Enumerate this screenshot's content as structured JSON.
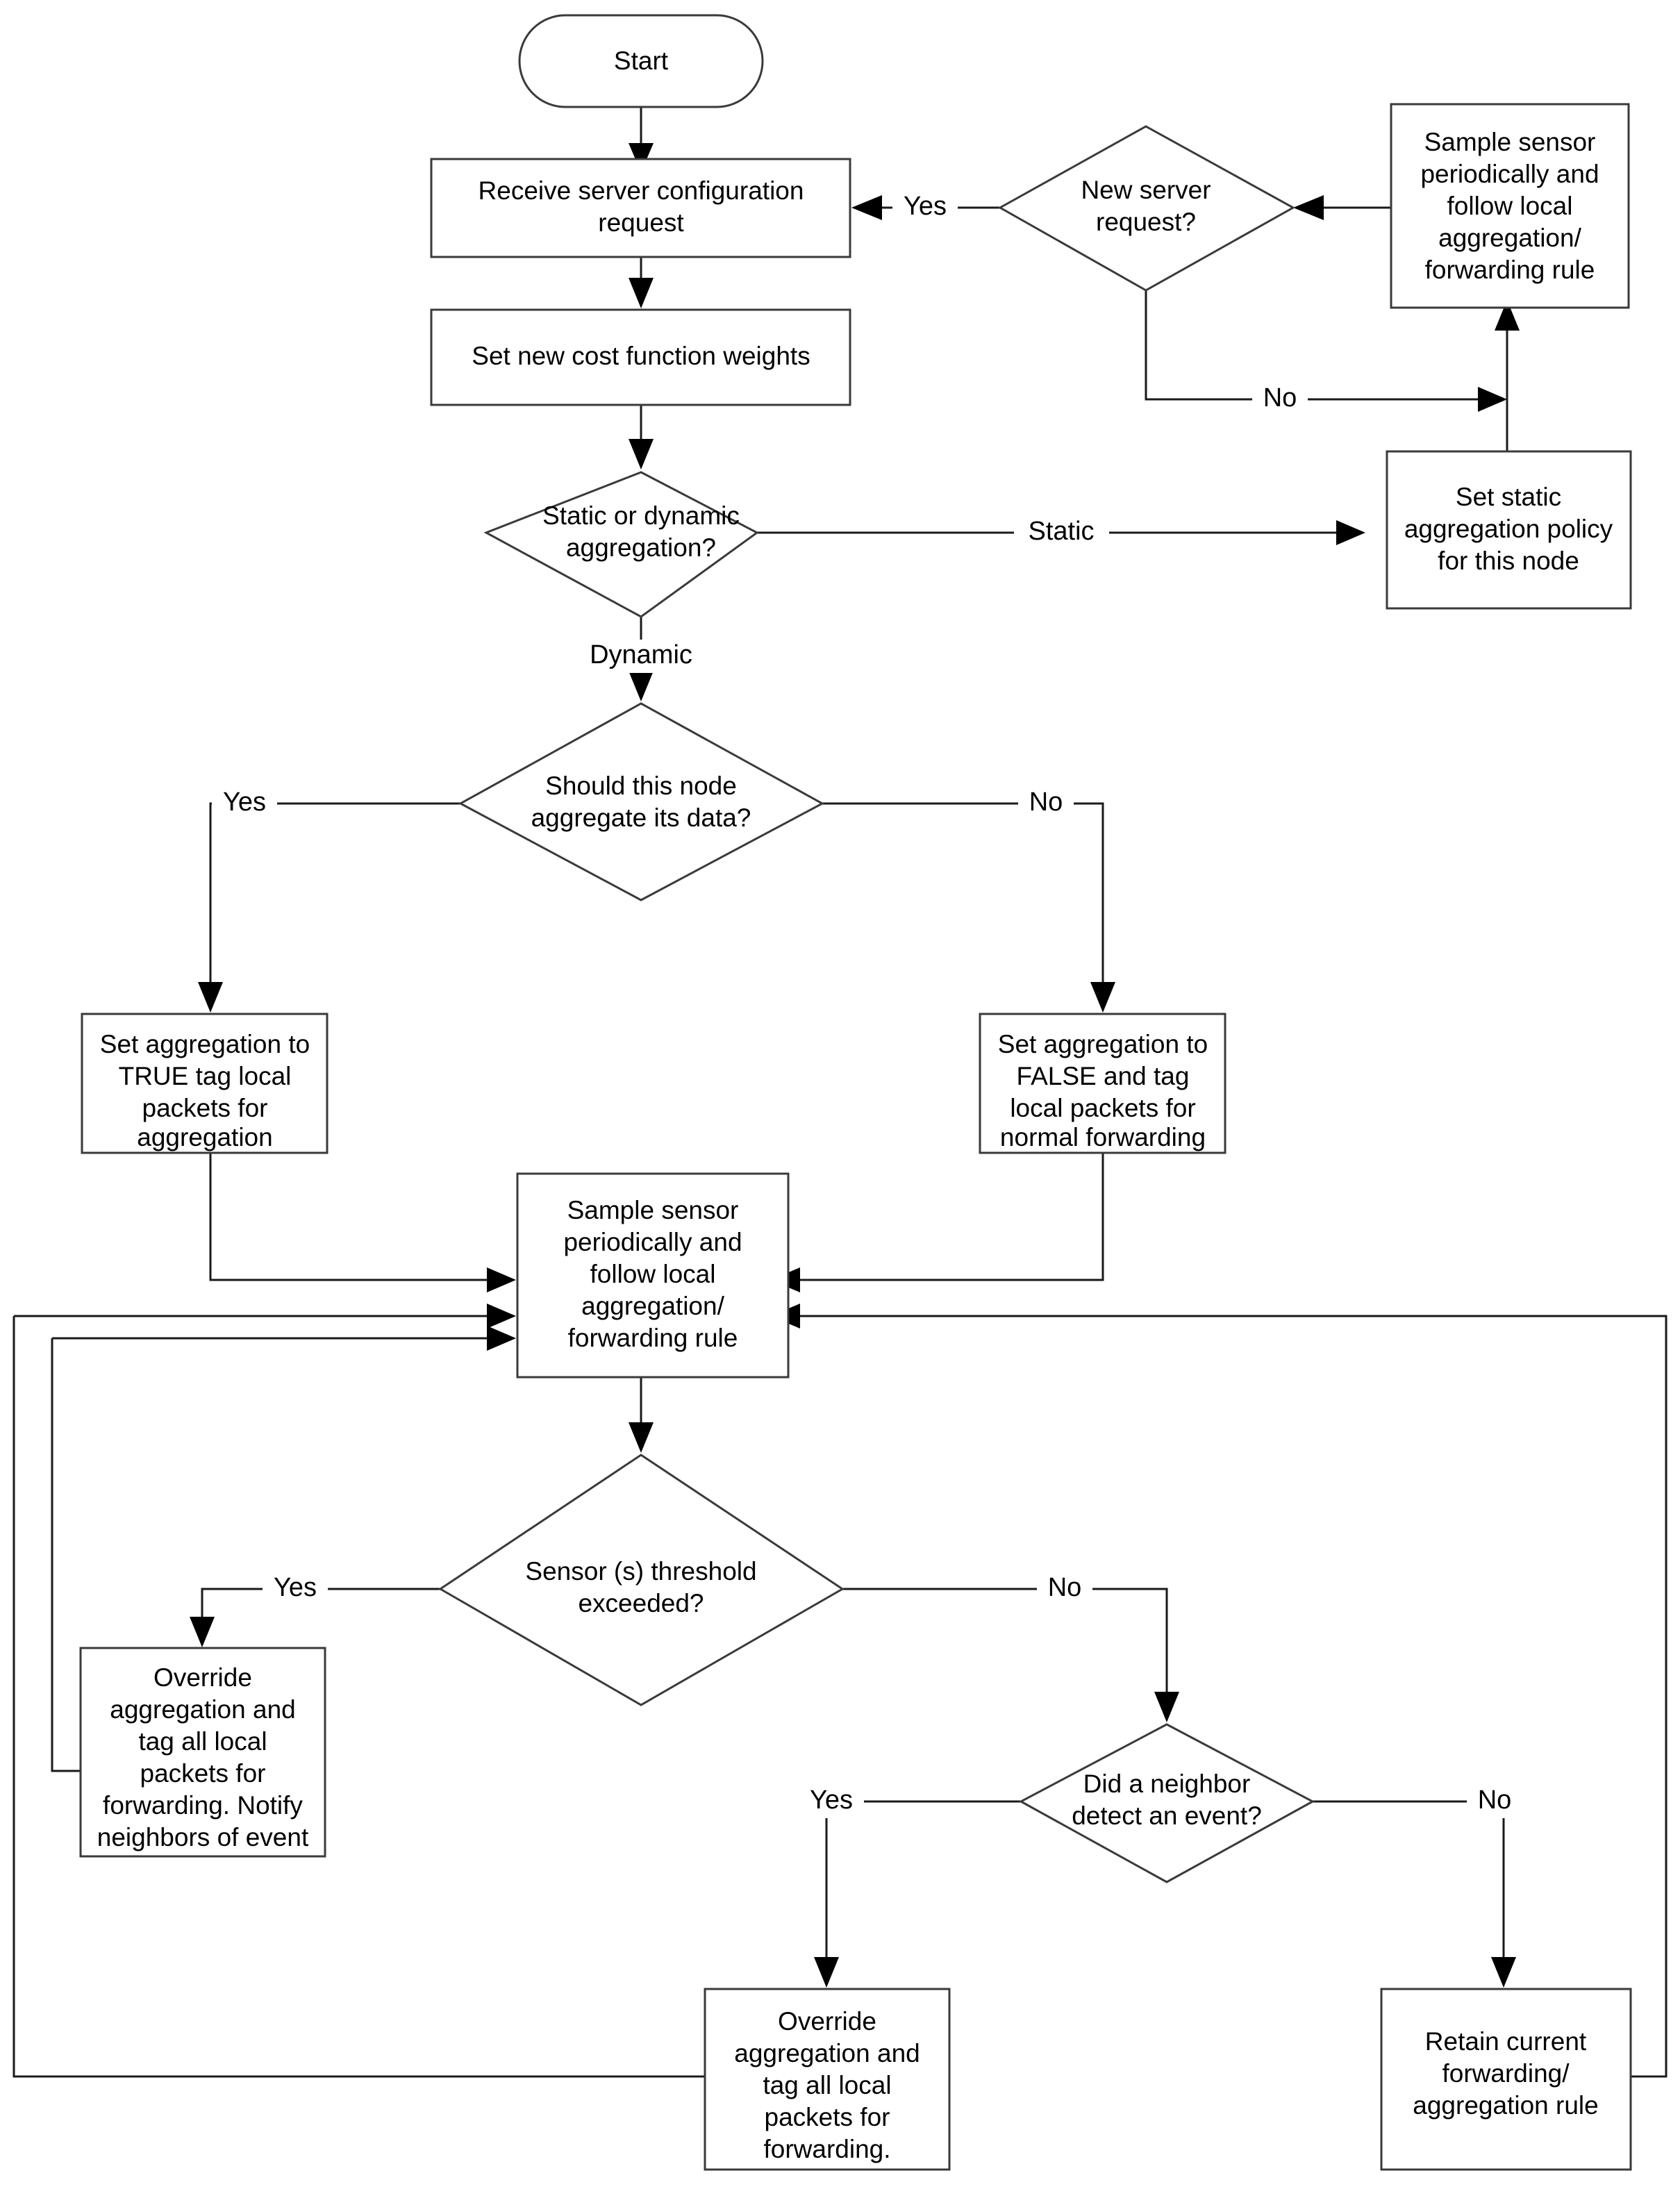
{
  "diagram": {
    "title": "Sensor node aggregation / forwarding decision flowchart",
    "background_color": "#ffffff",
    "line_color": "#1a1a1a",
    "shape_stroke_color": "#3a3a3a",
    "shape_fill_color": "#ffffff",
    "text_color": "#000000"
  },
  "nodes": {
    "start": {
      "shape": "terminator",
      "label": "Start"
    },
    "receive_request": {
      "shape": "process",
      "lines": [
        "Receive server configuration",
        "request"
      ]
    },
    "set_weights": {
      "shape": "process",
      "lines": [
        "Set new cost function weights"
      ]
    },
    "static_or_dynamic": {
      "shape": "decision",
      "lines": [
        "Static or dynamic",
        "aggregation?"
      ]
    },
    "new_server_request": {
      "shape": "decision",
      "lines": [
        "New server",
        "request?"
      ]
    },
    "sample_sensor_top": {
      "shape": "process",
      "lines": [
        "Sample sensor",
        "periodically and",
        "follow local",
        "aggregation/",
        "forwarding rule"
      ]
    },
    "set_static_policy": {
      "shape": "process",
      "lines": [
        "Set static",
        "aggregation policy",
        "for this node"
      ]
    },
    "should_aggregate": {
      "shape": "decision",
      "lines": [
        "Should this node",
        "aggregate its data?"
      ]
    },
    "set_agg_true": {
      "shape": "process",
      "lines": [
        "Set aggregation to",
        "TRUE tag local",
        "packets for",
        "aggregation"
      ]
    },
    "set_agg_false": {
      "shape": "process",
      "lines": [
        "Set aggregation to",
        "FALSE and tag",
        "local packets for",
        "normal forwarding"
      ]
    },
    "sample_sensor_main": {
      "shape": "process",
      "lines": [
        "Sample sensor",
        "periodically and",
        "follow local",
        "aggregation/",
        "forwarding rule"
      ]
    },
    "threshold_exceeded": {
      "shape": "decision",
      "lines": [
        "Sensor (s) threshold",
        "exceeded?"
      ]
    },
    "override_notify": {
      "shape": "process",
      "lines": [
        "Override",
        "aggregation and",
        "tag all local",
        "packets for",
        "forwarding. Notify",
        "neighbors of event"
      ]
    },
    "neighbor_event": {
      "shape": "decision",
      "lines": [
        "Did a neighbor",
        "detect an event?"
      ]
    },
    "override_forward": {
      "shape": "process",
      "lines": [
        "Override",
        "aggregation and",
        "tag all local",
        "packets for",
        "forwarding."
      ]
    },
    "retain_current": {
      "shape": "process",
      "lines": [
        "Retain current",
        "forwarding/",
        "aggregation rule"
      ]
    }
  },
  "edge_labels": {
    "new_server_yes": "Yes",
    "new_server_no": "No",
    "static": "Static",
    "dynamic": "Dynamic",
    "should_aggregate_yes": "Yes",
    "should_aggregate_no": "No",
    "threshold_yes": "Yes",
    "threshold_no": "No",
    "neighbor_yes": "Yes",
    "neighbor_no": "No"
  }
}
